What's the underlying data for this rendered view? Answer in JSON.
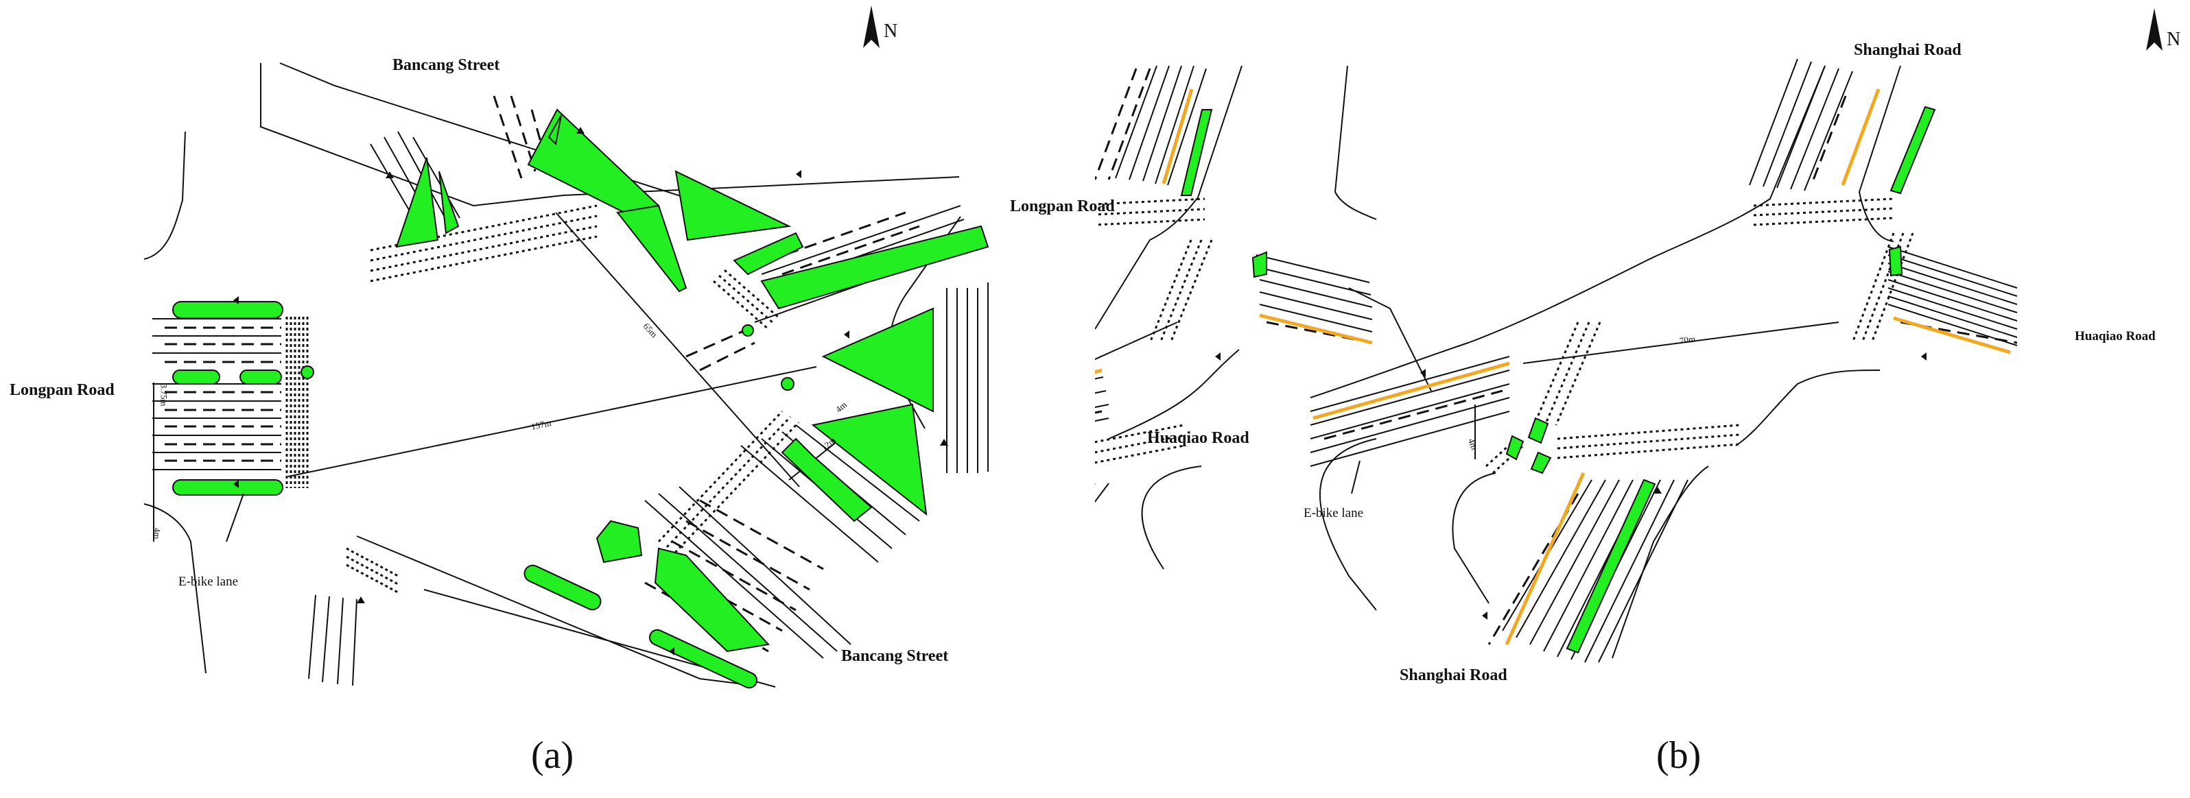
{
  "colors": {
    "island_green": "#22ee22",
    "lane_yellow": "#f2a820",
    "line": "#111111",
    "background": "#ffffff"
  },
  "panel_a": {
    "caption": "(a)",
    "north_label": "N",
    "roads": {
      "bancang_street_north": "Bancang Street",
      "longpan_road_east": "Longpan Road",
      "longpan_road_west": "Longpan Road",
      "bancang_street_south": "Bancang Street"
    },
    "ebike_label": "E-bike  lane",
    "dimensions": {
      "main_span": "157m",
      "diagonal_span": "65m",
      "lane_width": "3.75m",
      "ebike_width": "4m",
      "short_span": "4m",
      "short_span_2": "12m"
    }
  },
  "panel_b": {
    "caption": "(b)",
    "north_label": "N",
    "roads": {
      "shanghai_road_north": "Shanghai Road",
      "huaqiao_road_east": "Huaqiao Road",
      "huaqiao_road_west": "Huaqiao Road",
      "shanghai_road_south": "Shanghai Road"
    },
    "ebike_label": "E-bike  lane",
    "dimensions": {
      "main_span": "70m",
      "short_span": "4m"
    }
  }
}
